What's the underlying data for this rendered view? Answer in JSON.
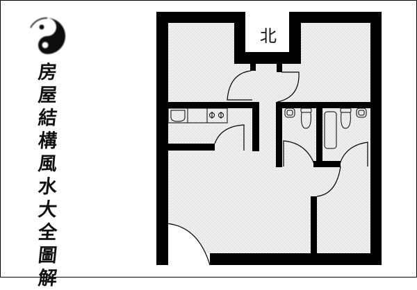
{
  "title": {
    "text": "房屋結構風水大全圖解",
    "chars": [
      "房",
      "屋",
      "結",
      "構",
      "風",
      "水",
      "大",
      "全",
      "圖",
      "解"
    ]
  },
  "logo": {
    "icon": "yin-yang-icon"
  },
  "floor_plan": {
    "north_label": "北",
    "colors": {
      "wall": "#000000",
      "floor": "#e8e8e8",
      "background": "#ffffff"
    },
    "rooms": [
      "north-alcove",
      "upper-left-room",
      "upper-right-room",
      "kitchen",
      "bathroom-left",
      "bathroom-right",
      "living-room",
      "lower-right-room"
    ],
    "fixtures": [
      "kitchen-sink",
      "stove-burners",
      "bath-sink-left",
      "toilet-left",
      "bathtub",
      "toilet-right",
      "bath-sink-right"
    ]
  }
}
